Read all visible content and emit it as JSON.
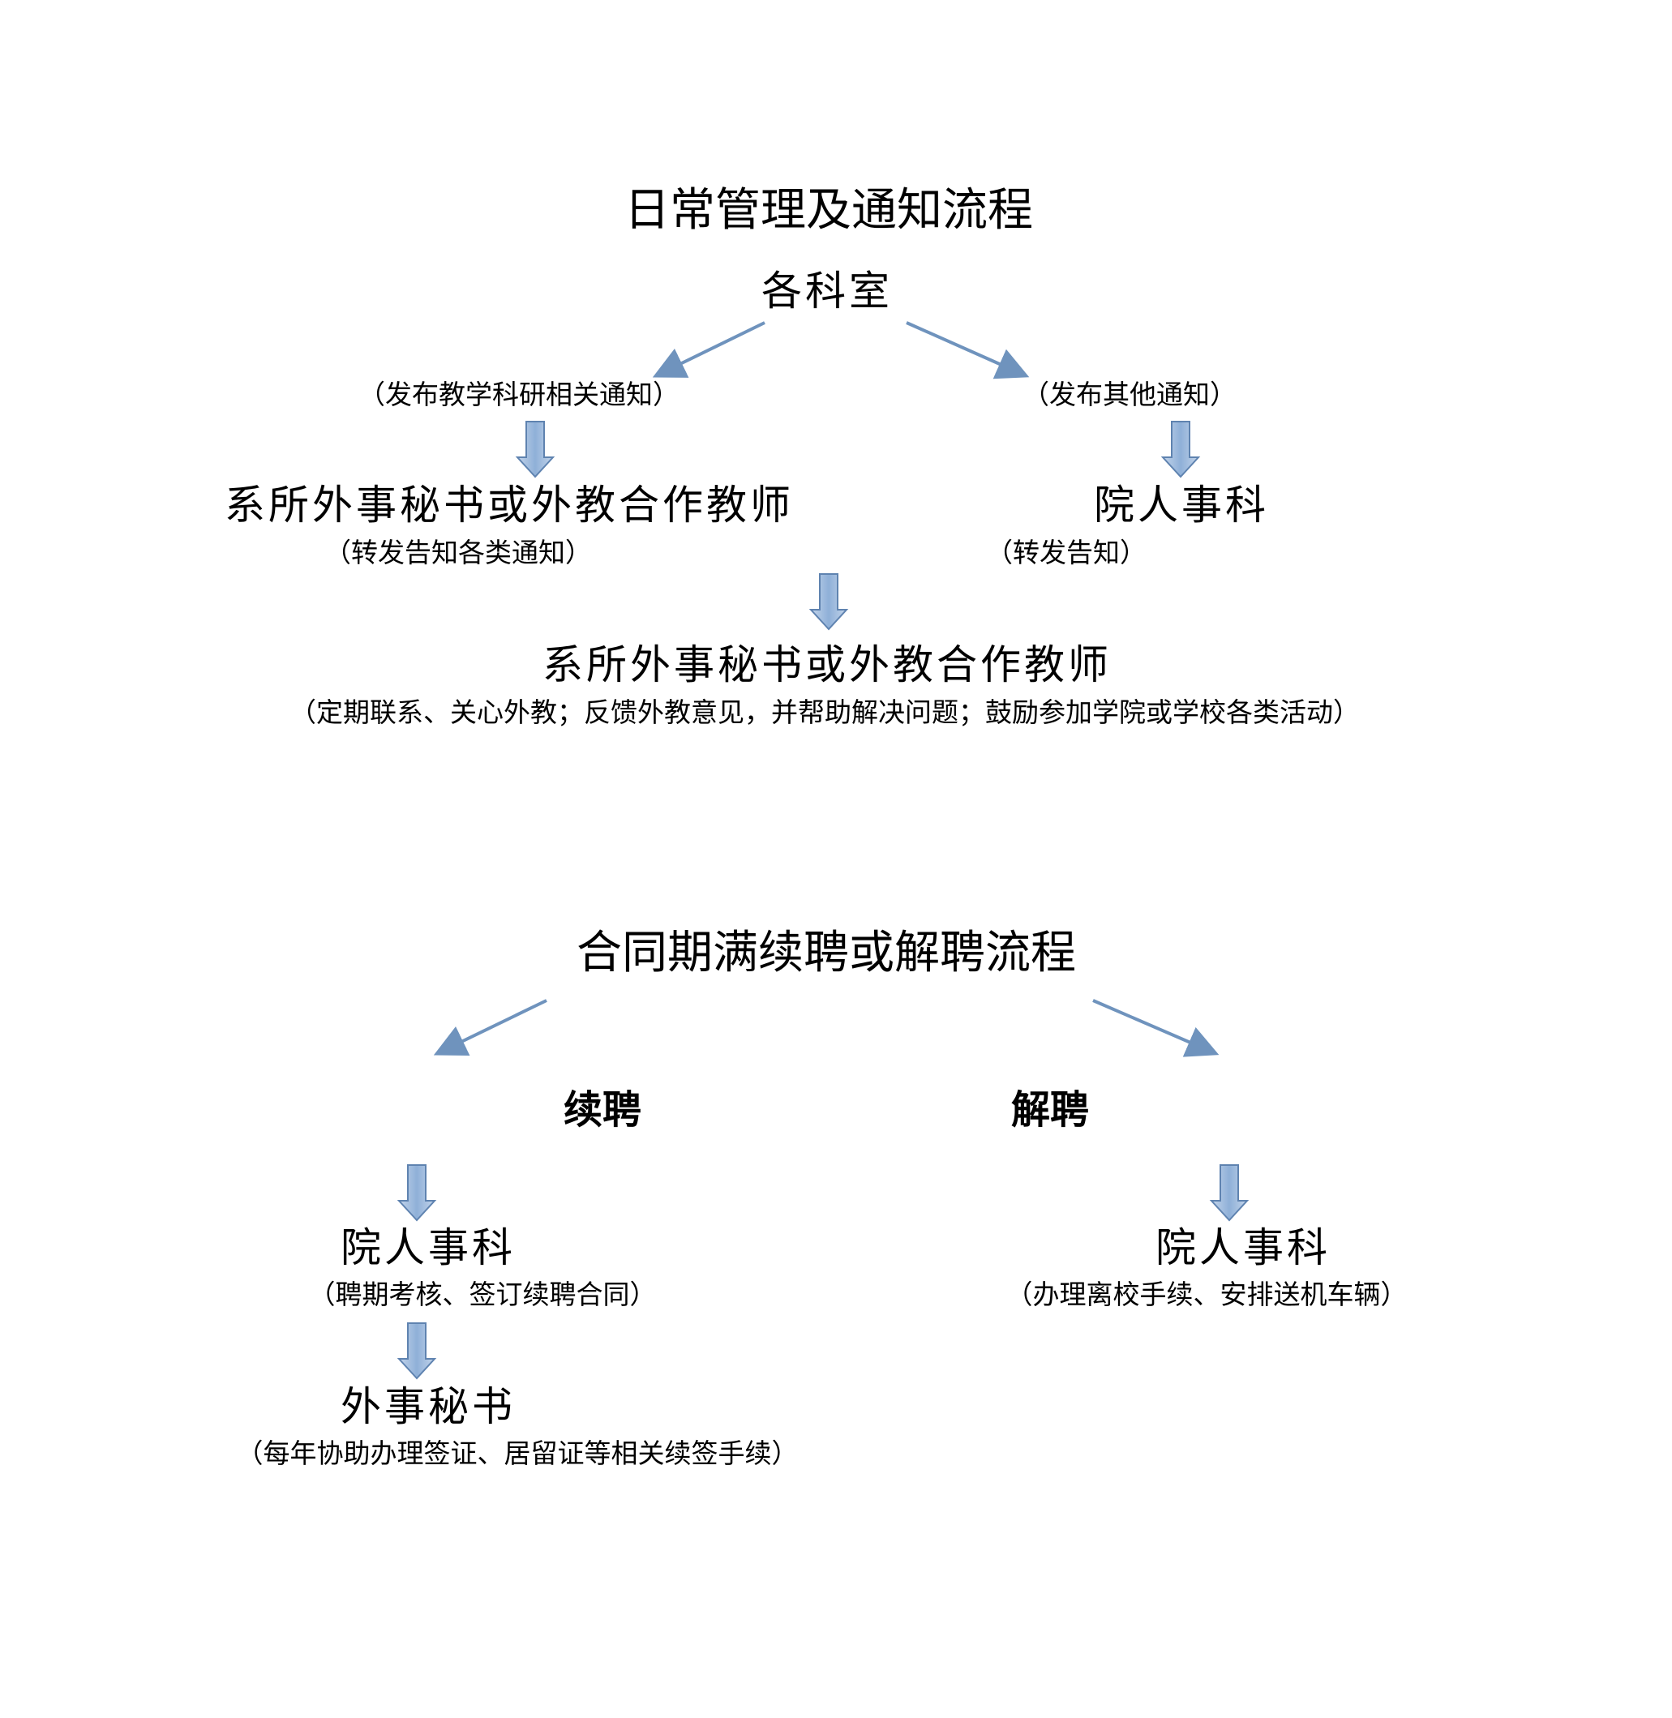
{
  "section1": {
    "title": "日常管理及通知流程",
    "top_node": "各科室",
    "left_branch_note": "（发布教学科研相关通知）",
    "right_branch_note": "（发布其他通知）",
    "left_node": "系所外事秘书或外教合作教师",
    "left_node_note": "（转发告知各类通知）",
    "right_node": "院人事科",
    "right_node_note": "（转发告知）",
    "bottom_node": "系所外事秘书或外教合作教师",
    "bottom_node_note": "（定期联系、关心外教；反馈外教意见，并帮助解决问题；鼓励参加学院或学校各类活动）"
  },
  "section2": {
    "title": "合同期满续聘或解聘流程",
    "left_branch": "续聘",
    "right_branch": "解聘",
    "left_node": "院人事科",
    "left_node_note": "（聘期考核、签订续聘合同）",
    "left_bottom_node": "外事秘书",
    "left_bottom_note": "（每年协助办理签证、居留证等相关续签手续）",
    "right_node": "院人事科",
    "right_node_note": "（办理离校手续、安排送机车辆）"
  },
  "colors": {
    "arrow_line": "#6f93bd",
    "block_arrow_fill": "#9bb7da",
    "block_arrow_stroke": "#5f83b0"
  }
}
